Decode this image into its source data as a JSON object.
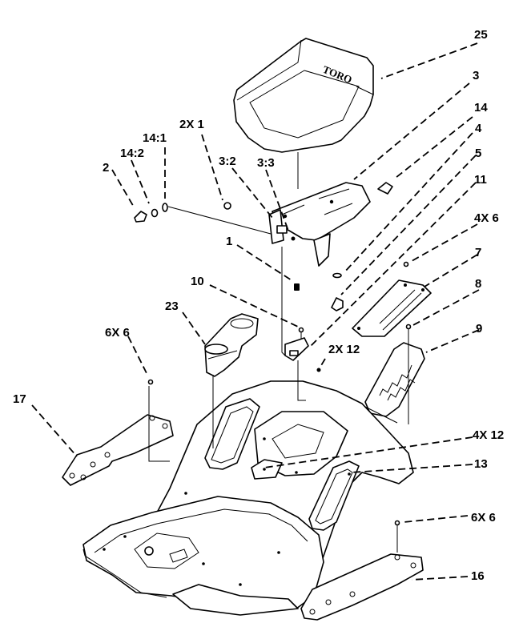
{
  "diagram": {
    "brand_mark": "TORO",
    "callouts": {
      "c25": "25",
      "c3": "3",
      "c14": "14",
      "c4": "4",
      "c5": "5",
      "c11": "11",
      "c4x6": "4X 6",
      "c7": "7",
      "c8": "8",
      "c9": "9",
      "c2x1": "2X 1",
      "c14_1": "14:1",
      "c14_2": "14:2",
      "c2": "2",
      "c3_2": "3:2",
      "c3_3": "3:3",
      "c1": "1",
      "c10": "10",
      "c23": "23",
      "c2x12": "2X 12",
      "c6x6_left": "6X 6",
      "c17": "17",
      "c4x12": "4X 12",
      "c13": "13",
      "c6x6_right": "6X 6",
      "c16": "16"
    }
  }
}
